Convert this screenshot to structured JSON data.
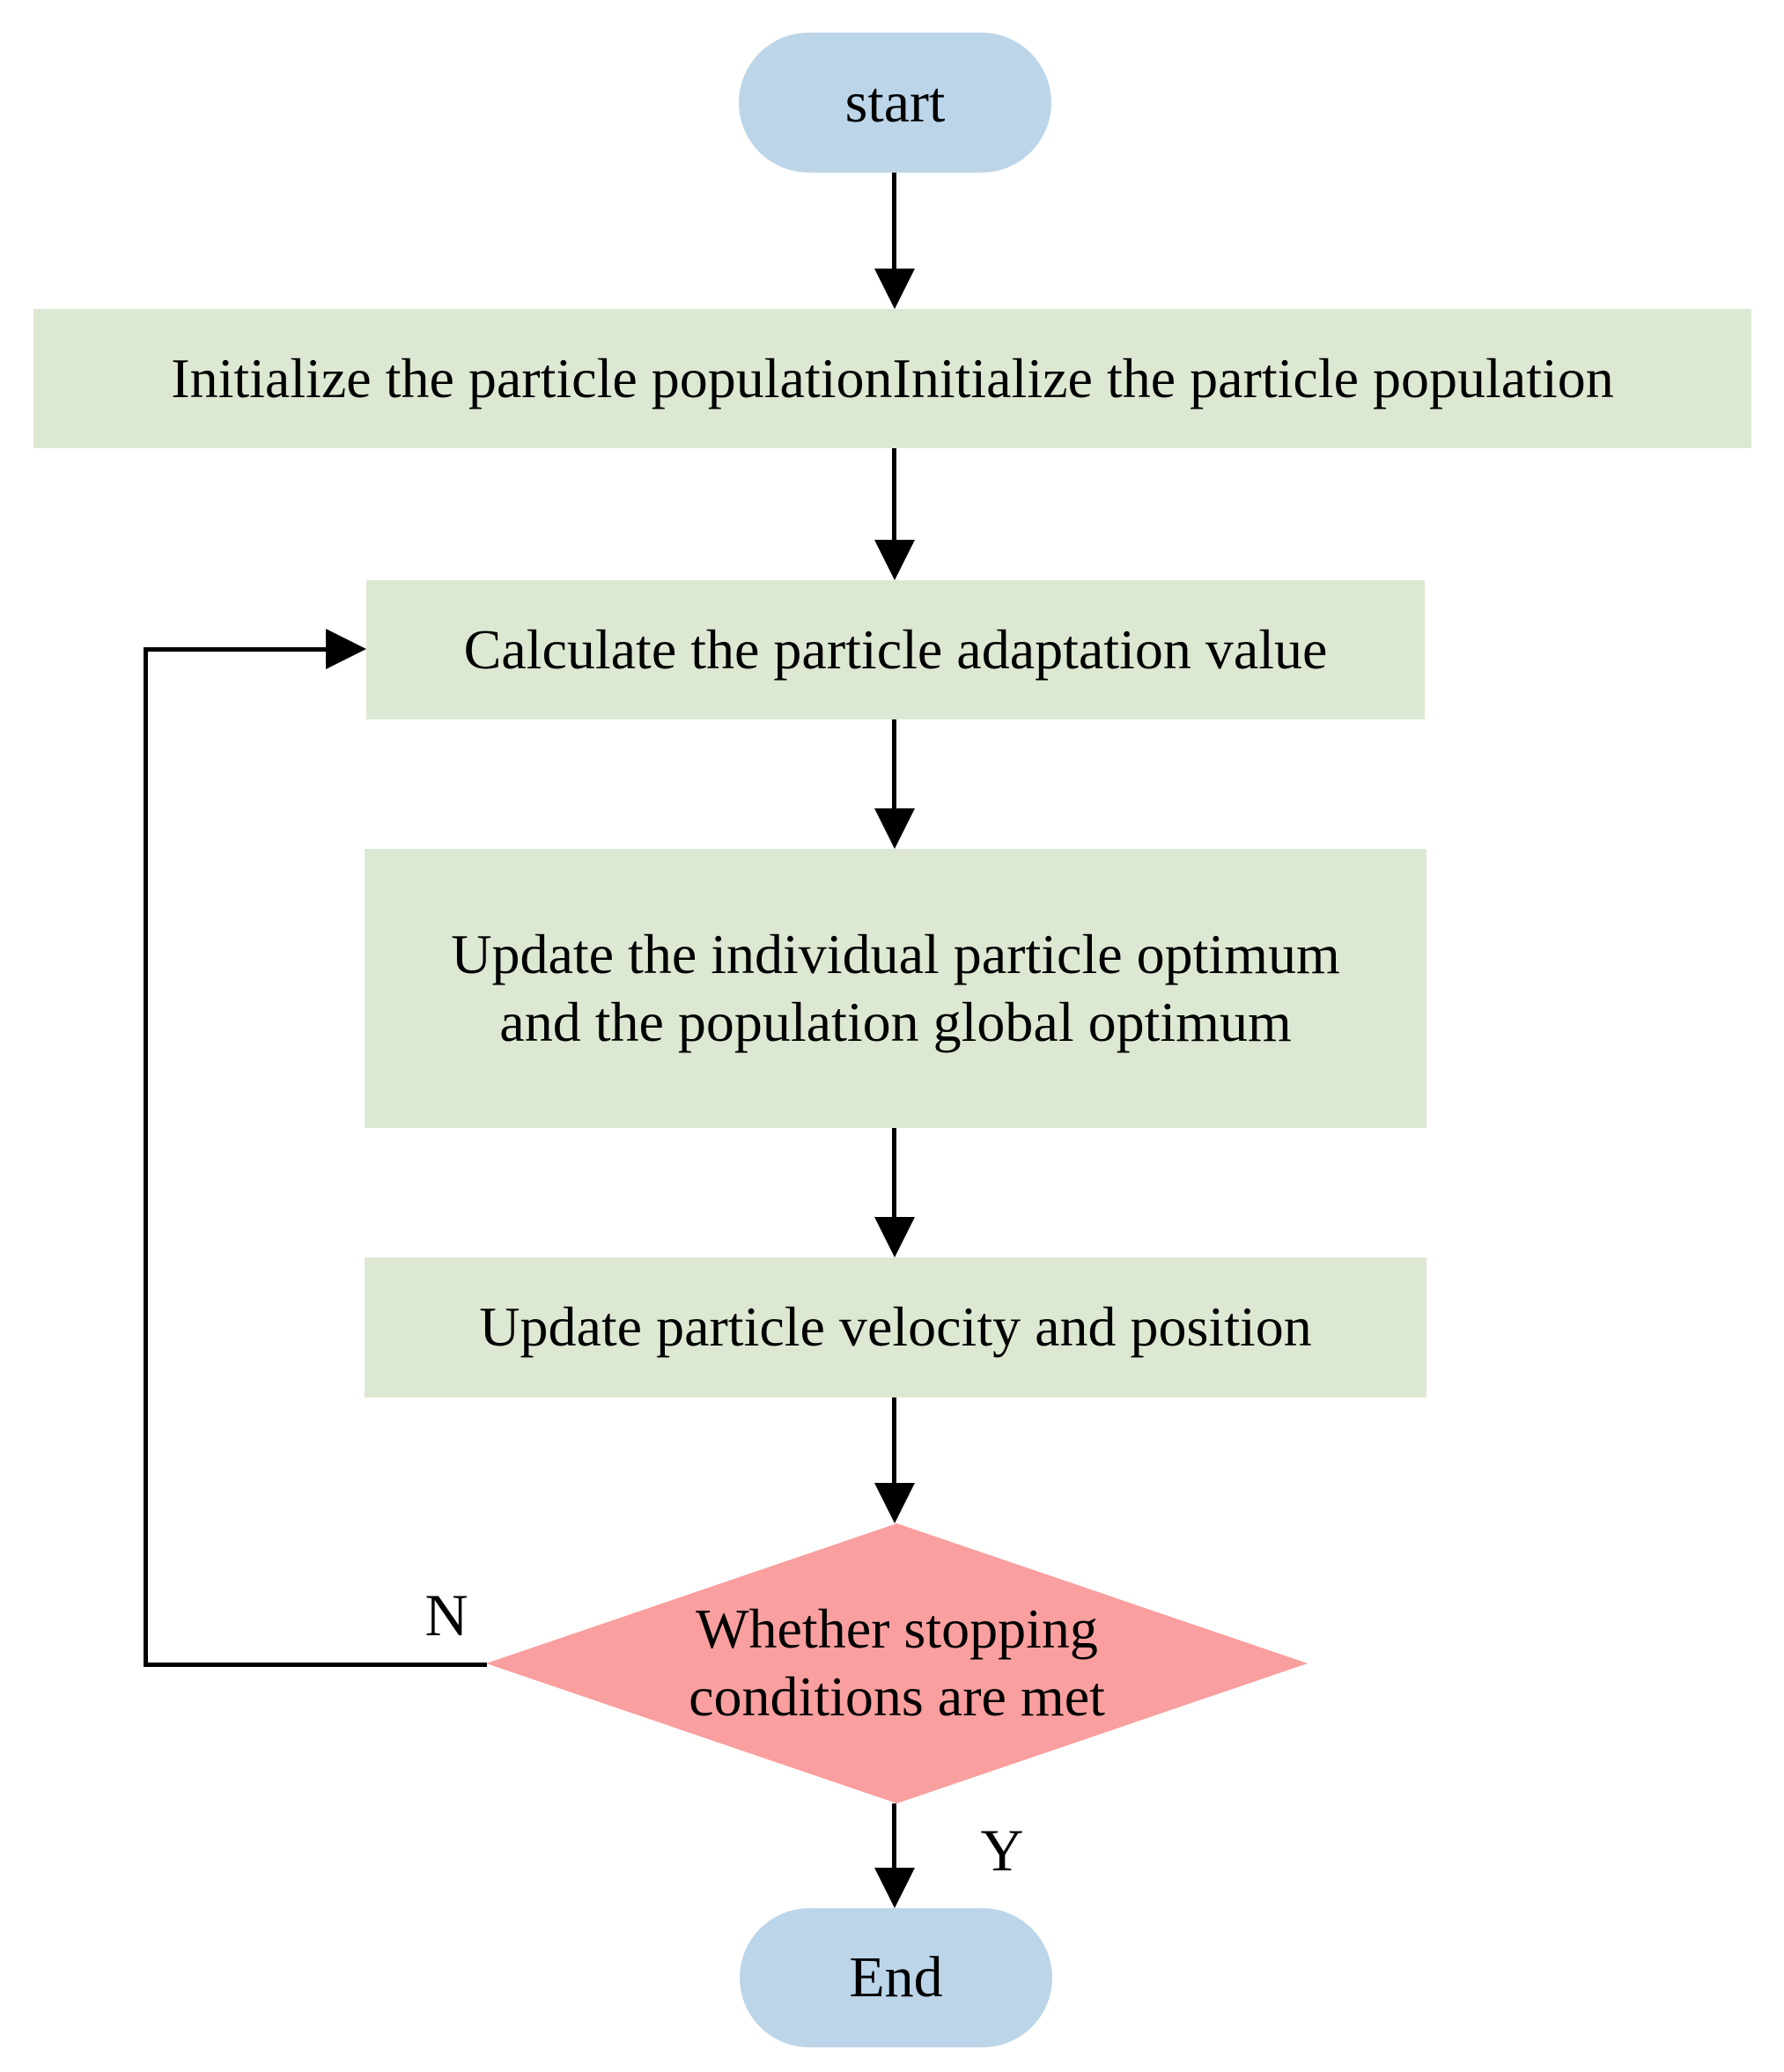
{
  "diagram": {
    "nodes": {
      "start": {
        "label": "start"
      },
      "initialize": {
        "label": "Initialize the particle populationInitialize the particle population"
      },
      "calculate": {
        "label": "Calculate the particle adaptation value"
      },
      "update_optimum": {
        "label": "Update the individual particle optimum\nand the population global optimum"
      },
      "update_velocity": {
        "label": "Update particle velocity and position"
      },
      "decision": {
        "label": "Whether stopping\nconditions are met"
      },
      "end": {
        "label": "End"
      }
    },
    "edge_labels": {
      "no": "N",
      "yes": "Y"
    },
    "colors": {
      "terminal_fill": "#bcd5e8",
      "process_fill": "#dde8d2",
      "decision_fill": "#fa9f9f",
      "line": "#000000",
      "text": "#000000"
    }
  }
}
